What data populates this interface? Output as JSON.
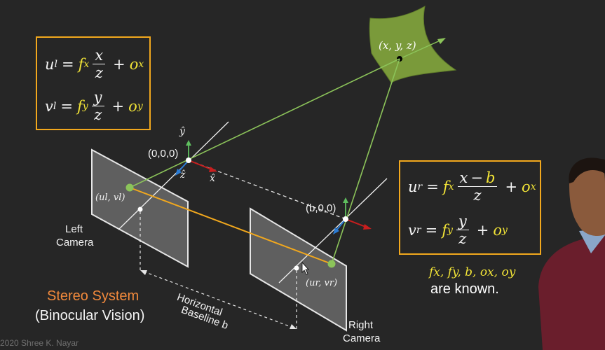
{
  "left_equations": {
    "u_l": "u",
    "u_l_sub": "l",
    "f_x": "f",
    "f_x_sub": "x",
    "x_num": "x",
    "z_den": "z",
    "plus": "+",
    "o_x": "o",
    "o_x_sub": "x",
    "v_l": "v",
    "v_l_sub": "l",
    "f_y": "f",
    "f_y_sub": "y",
    "y_num": "y",
    "z_den2": "z",
    "o_y": "o",
    "o_y_sub": "y",
    "eq": "="
  },
  "right_equations": {
    "u_r": "u",
    "u_r_sub": "r",
    "f_x": "f",
    "f_x_sub": "x",
    "x_num": "x",
    "minus": "−",
    "b_num": "b",
    "z_den": "z",
    "plus": "+",
    "o_x": "o",
    "o_x_sub": "x",
    "v_r": "v",
    "v_r_sub": "r",
    "f_y": "f",
    "f_y_sub": "y",
    "y_num": "y",
    "z_den2": "z",
    "o_y": "o",
    "o_y_sub": "y",
    "eq": "="
  },
  "labels": {
    "point": "(x, y, z)",
    "y_hat": "ŷ",
    "origin": "(0,0,0)",
    "z_hat": "ẑ",
    "x_hat": "x̂",
    "ul_vl": "(u",
    "ul_vl_full": "(ul, vl)",
    "right_origin": "(b,0,0)",
    "ur_vr_full": "(ur, vr)",
    "left_camera_1": "Left",
    "left_camera_2": "Camera",
    "right_camera_1": "Right",
    "right_camera_2": "Camera",
    "baseline_1": "Horizontal",
    "baseline_2": "Baseline b",
    "stereo_title": "Stereo System",
    "stereo_subtitle": "(Binocular Vision)",
    "known_vars": "fx, fy, b, ox, oy",
    "known_text": "are known.",
    "copyright": "2020 Shree K. Nayar"
  },
  "colors": {
    "background": "#262626",
    "box_border": "#f2a81d",
    "yellow": "#f2e437",
    "orange_title": "#f28a3c",
    "ray_green": "#8cc45a",
    "object_green": "#7a9a3a",
    "baseline_orange": "#f2a81d",
    "x_axis_red": "#c81e1e",
    "z_axis_blue": "#2a7bd4",
    "plane_fill": "#6e6e6e"
  }
}
